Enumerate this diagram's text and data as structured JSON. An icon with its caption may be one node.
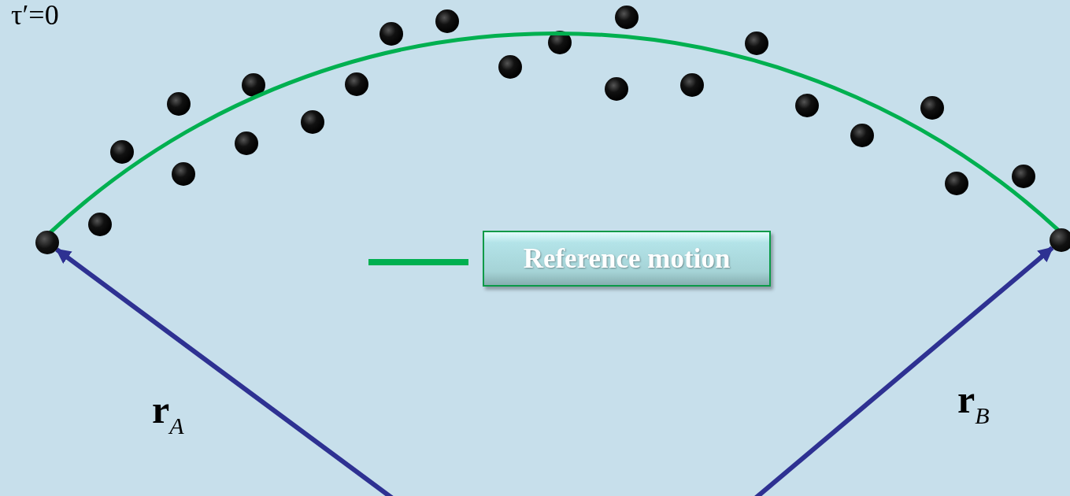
{
  "diagram": {
    "nodes": [
      {
        "text": [],
        "shape": "circle"
      },
      {
        "text": [],
        "shape": "circle"
      }
    ],
    "edges": [
      {
        "from": null,
        "to": 0,
        "arrow": "to",
        "label": "**r**$_{A}$"
      },
      {
        "from": null,
        "to": 1,
        "arrow": "to",
        "label": "**r**$_{B}$"
      },
      {
        "from": 0,
        "to": 1,
        "arrow": "none",
        "color": "#00b050"
      }
    ],
    "labels": [
      "τ′=0"
    ],
    "legend": [
      {
        "text": "Reference motion"
      }
    ]
  }
}
